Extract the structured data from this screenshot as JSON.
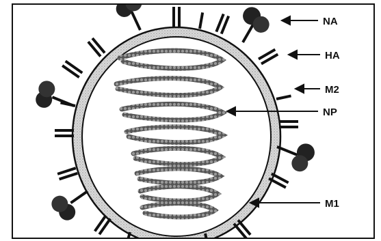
{
  "labels": {
    "na": "NA",
    "ha": "HA",
    "m2": "M2",
    "np": "NP",
    "m1": "M1"
  },
  "colors": {
    "outline": "#111111",
    "envelope_fill": "#cfcfcf",
    "interior": "#ffffff"
  }
}
